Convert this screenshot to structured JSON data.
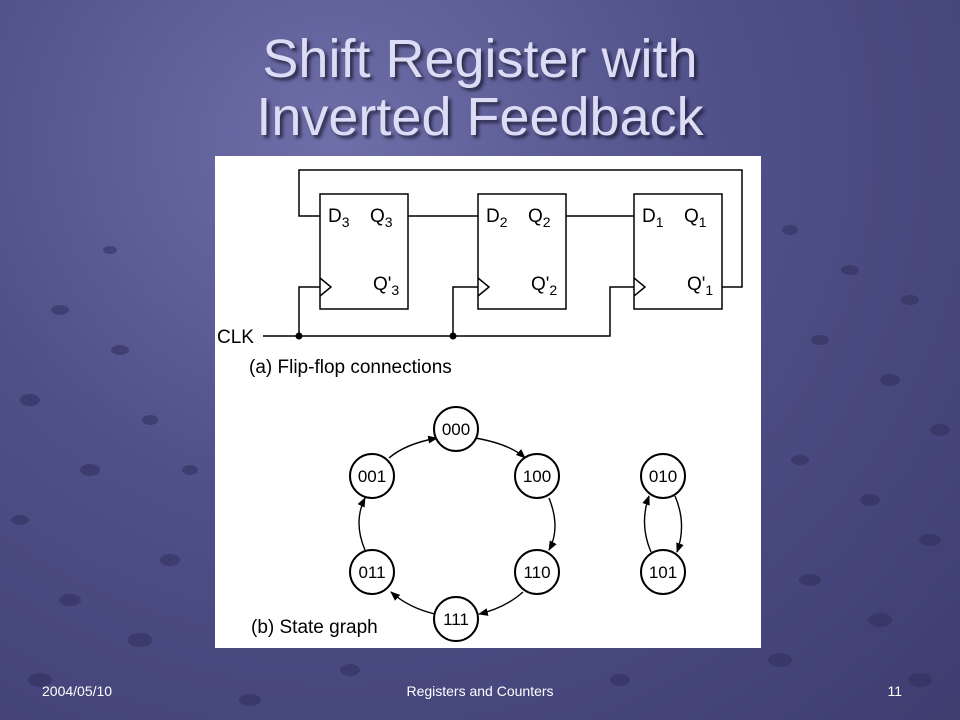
{
  "slide": {
    "title_line1": "Shift Register with",
    "title_line2": "Inverted Feedback"
  },
  "diagram": {
    "flipflops": [
      {
        "d": "D",
        "d_sub": "3",
        "q": "Q",
        "q_sub": "3",
        "qn": "Q'",
        "qn_sub": "3"
      },
      {
        "d": "D",
        "d_sub": "2",
        "q": "Q",
        "q_sub": "2",
        "qn": "Q'",
        "qn_sub": "2"
      },
      {
        "d": "D",
        "d_sub": "1",
        "q": "Q",
        "q_sub": "1",
        "qn": "Q'",
        "qn_sub": "1"
      }
    ],
    "clk_label": "CLK",
    "caption_a": "(a) Flip-flop connections",
    "caption_b": "(b) State graph",
    "states": [
      "000",
      "100",
      "110",
      "111",
      "011",
      "001",
      "010",
      "101"
    ]
  },
  "footer": {
    "date": "2004/05/10",
    "center": "Registers and Counters",
    "page": "11"
  }
}
